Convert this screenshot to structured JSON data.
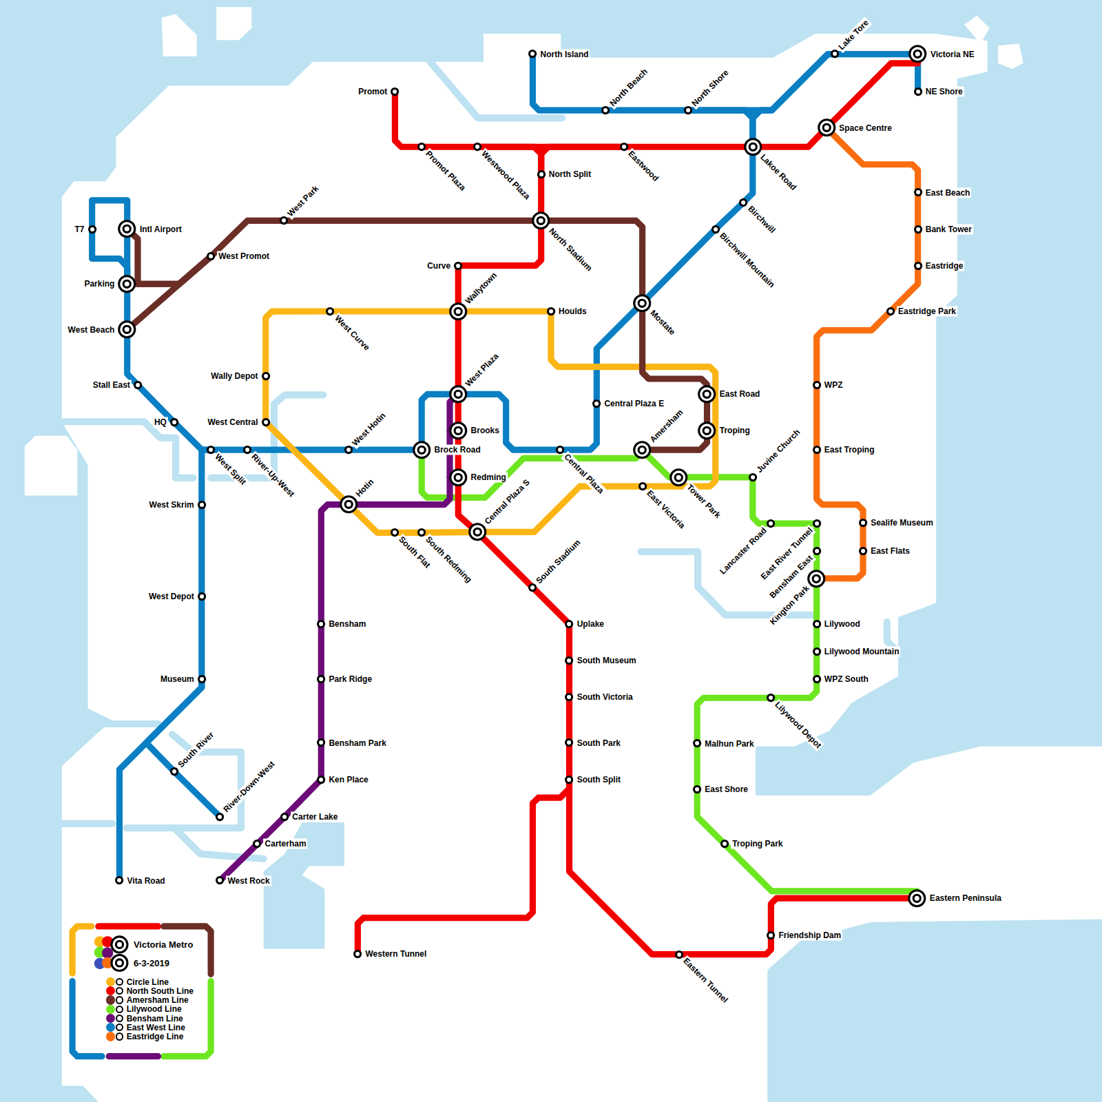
{
  "diagram": {
    "title": "Victoria Metro",
    "nodes": [
      {
        "text": [
          "North Island"
        ]
      },
      {
        "text": [
          "Lake Tore"
        ]
      },
      {
        "text": [
          "Victoria NE"
        ]
      },
      {
        "text": [
          "Promot"
        ]
      },
      {
        "text": [
          "NE Shore"
        ]
      },
      {
        "text": [
          "North Beach"
        ]
      },
      {
        "text": [
          "North Shore"
        ]
      },
      {
        "text": [
          "Space Centre"
        ]
      },
      {
        "text": [
          "Promot Plaza"
        ]
      },
      {
        "text": [
          "Westwood Plaza"
        ]
      },
      {
        "text": [
          "Eastwood"
        ]
      },
      {
        "text": [
          "Lakoe Road"
        ]
      },
      {
        "text": [
          "North Split"
        ]
      },
      {
        "text": [
          "East Beach"
        ]
      },
      {
        "text": [
          "Birchwill"
        ]
      },
      {
        "text": [
          "West Park"
        ]
      },
      {
        "text": [
          "North Stadium"
        ]
      },
      {
        "text": [
          "T7"
        ]
      },
      {
        "text": [
          "Intl Airport"
        ]
      },
      {
        "text": [
          "Birchwill Mountain"
        ]
      },
      {
        "text": [
          "Bank Tower"
        ]
      },
      {
        "text": [
          "West Promot"
        ]
      },
      {
        "text": [
          "Curve"
        ]
      },
      {
        "text": [
          "Eastridge"
        ]
      },
      {
        "text": [
          "Parking"
        ]
      },
      {
        "text": [
          "Mostate"
        ]
      },
      {
        "text": [
          "West Curve"
        ]
      },
      {
        "text": [
          "Wallytown"
        ]
      },
      {
        "text": [
          "Houlds"
        ]
      },
      {
        "text": [
          "Eastridge Park"
        ]
      },
      {
        "text": [
          "West Beach"
        ]
      },
      {
        "text": [
          "Wally Depot"
        ]
      },
      {
        "text": [
          "Stall East"
        ]
      },
      {
        "text": [
          "WPZ"
        ]
      },
      {
        "text": [
          "West Plaza"
        ]
      },
      {
        "text": [
          "East Road"
        ]
      },
      {
        "text": [
          "Central Plaza E"
        ]
      },
      {
        "text": [
          "HQ"
        ]
      },
      {
        "text": [
          "West Central"
        ]
      },
      {
        "text": [
          "Brooks"
        ]
      },
      {
        "text": [
          "Troping"
        ]
      },
      {
        "text": [
          "West Split"
        ]
      },
      {
        "text": [
          "River-Up-West"
        ]
      },
      {
        "text": [
          "West Hotin"
        ]
      },
      {
        "text": [
          "Brock Road"
        ]
      },
      {
        "text": [
          "Central Plaza"
        ]
      },
      {
        "text": [
          "Amersham"
        ]
      },
      {
        "text": [
          "East Troping"
        ]
      },
      {
        "text": [
          "Redming"
        ]
      },
      {
        "text": [
          "Tower Park"
        ]
      },
      {
        "text": [
          "Juvine Church"
        ]
      },
      {
        "text": [
          "East Victoria"
        ]
      },
      {
        "text": [
          "West Skrim"
        ]
      },
      {
        "text": [
          "Hotin"
        ]
      },
      {
        "text": [
          "Lancaster Road"
        ]
      },
      {
        "text": [
          "East River Tunnel"
        ]
      },
      {
        "text": [
          "Sealife Museum"
        ]
      },
      {
        "text": [
          "Central Plaza S"
        ]
      },
      {
        "text": [
          "South Flat"
        ]
      },
      {
        "text": [
          "South Redming"
        ]
      },
      {
        "text": [
          "Bensham East"
        ]
      },
      {
        "text": [
          "East Flats"
        ]
      },
      {
        "text": [
          "Kington Park"
        ]
      },
      {
        "text": [
          "South Stadium"
        ]
      },
      {
        "text": [
          "West Depot"
        ]
      },
      {
        "text": [
          "Bensham"
        ]
      },
      {
        "text": [
          "Uplake"
        ]
      },
      {
        "text": [
          "Lilywood"
        ]
      },
      {
        "text": [
          "Lilywood Mountain"
        ]
      },
      {
        "text": [
          "South Museum"
        ]
      },
      {
        "text": [
          "Park Ridge"
        ]
      },
      {
        "text": [
          "Museum"
        ]
      },
      {
        "text": [
          "WPZ South"
        ]
      },
      {
        "text": [
          "South Victoria"
        ]
      },
      {
        "text": [
          "Lilywood Depot"
        ]
      },
      {
        "text": [
          "Bensham Park"
        ]
      },
      {
        "text": [
          "South Park"
        ]
      },
      {
        "text": [
          "Malhun Park"
        ]
      },
      {
        "text": [
          "South River"
        ]
      },
      {
        "text": [
          "Ken Place"
        ]
      },
      {
        "text": [
          "South Split"
        ]
      },
      {
        "text": [
          "East Shore"
        ]
      },
      {
        "text": [
          "Carter Lake"
        ]
      },
      {
        "text": [
          "River-Down-West"
        ]
      },
      {
        "text": [
          "Carterham"
        ]
      },
      {
        "text": [
          "Troping Park"
        ]
      },
      {
        "text": [
          "Vita Road"
        ]
      },
      {
        "text": [
          "West Rock"
        ]
      },
      {
        "text": [
          "Eastern Peninsula"
        ]
      },
      {
        "text": [
          "Friendship Dam"
        ]
      },
      {
        "text": [
          "Western Tunnel"
        ]
      },
      {
        "text": [
          "Eastern Tunnel"
        ]
      }
    ],
    "edges": [
      {
        "from": 17,
        "to": 18,
        "arrow": "none"
      },
      {
        "from": 17,
        "to": 24,
        "arrow": "none"
      },
      {
        "from": 18,
        "to": 24,
        "arrow": "none"
      },
      {
        "from": 24,
        "to": 30,
        "arrow": "none"
      },
      {
        "from": 30,
        "to": 32,
        "arrow": "none"
      },
      {
        "from": 32,
        "to": 37,
        "arrow": "none"
      },
      {
        "from": 37,
        "to": 41,
        "arrow": "none"
      },
      {
        "from": 41,
        "to": 42,
        "arrow": "none"
      },
      {
        "from": 41,
        "to": 52,
        "arrow": "none"
      },
      {
        "from": 52,
        "to": 64,
        "arrow": "none"
      },
      {
        "from": 64,
        "to": 71,
        "arrow": "none"
      },
      {
        "from": 71,
        "to": 86,
        "arrow": "none"
      },
      {
        "from": 71,
        "to": 78,
        "arrow": "none"
      },
      {
        "from": 78,
        "to": 83,
        "arrow": "none"
      },
      {
        "from": 42,
        "to": 43,
        "arrow": "none"
      },
      {
        "from": 43,
        "to": 44,
        "arrow": "none"
      },
      {
        "from": 44,
        "to": 34,
        "arrow": "none"
      },
      {
        "from": 34,
        "to": 45,
        "arrow": "none"
      },
      {
        "from": 45,
        "to": 36,
        "arrow": "none"
      },
      {
        "from": 36,
        "to": 25,
        "arrow": "none"
      },
      {
        "from": 25,
        "to": 19,
        "arrow": "none"
      },
      {
        "from": 19,
        "to": 14,
        "arrow": "none"
      },
      {
        "from": 14,
        "to": 11,
        "arrow": "none"
      },
      {
        "from": 0,
        "to": 5,
        "arrow": "none"
      },
      {
        "from": 5,
        "to": 6,
        "arrow": "none"
      },
      {
        "from": 6,
        "to": 1,
        "arrow": "none"
      },
      {
        "from": 11,
        "to": 6,
        "arrow": "none"
      },
      {
        "from": 11,
        "to": 1,
        "arrow": "none"
      },
      {
        "from": 1,
        "to": 2,
        "arrow": "none"
      },
      {
        "from": 2,
        "to": 4,
        "arrow": "none"
      },
      {
        "from": 3,
        "to": 8,
        "arrow": "none"
      },
      {
        "from": 8,
        "to": 9,
        "arrow": "none"
      },
      {
        "from": 9,
        "to": 10,
        "arrow": "none"
      },
      {
        "from": 9,
        "to": 12,
        "arrow": "none"
      },
      {
        "from": 12,
        "to": 10,
        "arrow": "none"
      },
      {
        "from": 10,
        "to": 11,
        "arrow": "none"
      },
      {
        "from": 11,
        "to": 7,
        "arrow": "none"
      },
      {
        "from": 7,
        "to": 2,
        "arrow": "none"
      },
      {
        "from": 12,
        "to": 16,
        "arrow": "none"
      },
      {
        "from": 16,
        "to": 22,
        "arrow": "none"
      },
      {
        "from": 22,
        "to": 27,
        "arrow": "none"
      },
      {
        "from": 27,
        "to": 34,
        "arrow": "none"
      },
      {
        "from": 34,
        "to": 39,
        "arrow": "none"
      },
      {
        "from": 39,
        "to": 48,
        "arrow": "none"
      },
      {
        "from": 48,
        "to": 57,
        "arrow": "none"
      },
      {
        "from": 57,
        "to": 63,
        "arrow": "none"
      },
      {
        "from": 63,
        "to": 66,
        "arrow": "none"
      },
      {
        "from": 66,
        "to": 69,
        "arrow": "none"
      },
      {
        "from": 69,
        "to": 73,
        "arrow": "none"
      },
      {
        "from": 73,
        "to": 76,
        "arrow": "none"
      },
      {
        "from": 76,
        "to": 80,
        "arrow": "none"
      },
      {
        "from": 80,
        "to": 90,
        "arrow": "none"
      },
      {
        "from": 80,
        "to": 91,
        "arrow": "none"
      },
      {
        "from": 91,
        "to": 89,
        "arrow": "none"
      },
      {
        "from": 89,
        "to": 88,
        "arrow": "none"
      },
      {
        "from": 18,
        "to": 21,
        "arrow": "none"
      },
      {
        "from": 24,
        "to": 21,
        "arrow": "none"
      },
      {
        "from": 30,
        "to": 21,
        "arrow": "none"
      },
      {
        "from": 21,
        "to": 15,
        "arrow": "none"
      },
      {
        "from": 15,
        "to": 16,
        "arrow": "none"
      },
      {
        "from": 16,
        "to": 25,
        "arrow": "none"
      },
      {
        "from": 25,
        "to": 35,
        "arrow": "none"
      },
      {
        "from": 35,
        "to": 40,
        "arrow": "none"
      },
      {
        "from": 40,
        "to": 46,
        "arrow": "none"
      },
      {
        "from": 27,
        "to": 28,
        "arrow": "none"
      },
      {
        "from": 28,
        "to": 35,
        "arrow": "none"
      },
      {
        "from": 35,
        "to": 40,
        "arrow": "none"
      },
      {
        "from": 40,
        "to": 49,
        "arrow": "none"
      },
      {
        "from": 49,
        "to": 51,
        "arrow": "none"
      },
      {
        "from": 51,
        "to": 57,
        "arrow": "none"
      },
      {
        "from": 57,
        "to": 59,
        "arrow": "none"
      },
      {
        "from": 59,
        "to": 58,
        "arrow": "none"
      },
      {
        "from": 58,
        "to": 53,
        "arrow": "none"
      },
      {
        "from": 53,
        "to": 38,
        "arrow": "none"
      },
      {
        "from": 38,
        "to": 31,
        "arrow": "none"
      },
      {
        "from": 31,
        "to": 26,
        "arrow": "none"
      },
      {
        "from": 26,
        "to": 27,
        "arrow": "none"
      },
      {
        "from": 53,
        "to": 48,
        "arrow": "none"
      },
      {
        "from": 48,
        "to": 39,
        "arrow": "none"
      },
      {
        "from": 39,
        "to": 34,
        "arrow": "none"
      },
      {
        "from": 53,
        "to": 65,
        "arrow": "none"
      },
      {
        "from": 65,
        "to": 70,
        "arrow": "none"
      },
      {
        "from": 70,
        "to": 75,
        "arrow": "none"
      },
      {
        "from": 75,
        "to": 79,
        "arrow": "none"
      },
      {
        "from": 79,
        "to": 82,
        "arrow": "none"
      },
      {
        "from": 82,
        "to": 84,
        "arrow": "none"
      },
      {
        "from": 84,
        "to": 87,
        "arrow": "none"
      },
      {
        "from": 44,
        "to": 46,
        "arrow": "none"
      },
      {
        "from": 46,
        "to": 49,
        "arrow": "none"
      },
      {
        "from": 49,
        "to": 50,
        "arrow": "none"
      },
      {
        "from": 50,
        "to": 54,
        "arrow": "none"
      },
      {
        "from": 54,
        "to": 55,
        "arrow": "none"
      },
      {
        "from": 55,
        "to": 60,
        "arrow": "none"
      },
      {
        "from": 60,
        "to": 62,
        "arrow": "none"
      },
      {
        "from": 62,
        "to": 67,
        "arrow": "none"
      },
      {
        "from": 67,
        "to": 68,
        "arrow": "none"
      },
      {
        "from": 68,
        "to": 72,
        "arrow": "none"
      },
      {
        "from": 72,
        "to": 74,
        "arrow": "none"
      },
      {
        "from": 74,
        "to": 77,
        "arrow": "none"
      },
      {
        "from": 77,
        "to": 81,
        "arrow": "none"
      },
      {
        "from": 81,
        "to": 85,
        "arrow": "none"
      },
      {
        "from": 85,
        "to": 88,
        "arrow": "none"
      },
      {
        "from": 7,
        "to": 13,
        "arrow": "none"
      },
      {
        "from": 13,
        "to": 20,
        "arrow": "none"
      },
      {
        "from": 20,
        "to": 23,
        "arrow": "none"
      },
      {
        "from": 23,
        "to": 29,
        "arrow": "none"
      },
      {
        "from": 29,
        "to": 33,
        "arrow": "none"
      },
      {
        "from": 33,
        "to": 47,
        "arrow": "none"
      },
      {
        "from": 47,
        "to": 56,
        "arrow": "none"
      },
      {
        "from": 56,
        "to": 61,
        "arrow": "none"
      },
      {
        "from": 61,
        "to": 62,
        "arrow": "none"
      }
    ],
    "labels": [
      "6-3-2019"
    ],
    "legend": [
      {
        "text": "Circle Line",
        "color": "#fbb515"
      },
      {
        "text": "North South Line",
        "color": "#f20000"
      },
      {
        "text": "Amersham Line",
        "color": "#6a2e27"
      },
      {
        "text": "Lilywood Line",
        "color": "#6de61f"
      },
      {
        "text": "Bensham Line",
        "color": "#6c0b78"
      },
      {
        "text": "East West Line",
        "color": "#0a7fc3"
      },
      {
        "text": "Eastridge Line",
        "color": "#fa6e10"
      }
    ]
  }
}
